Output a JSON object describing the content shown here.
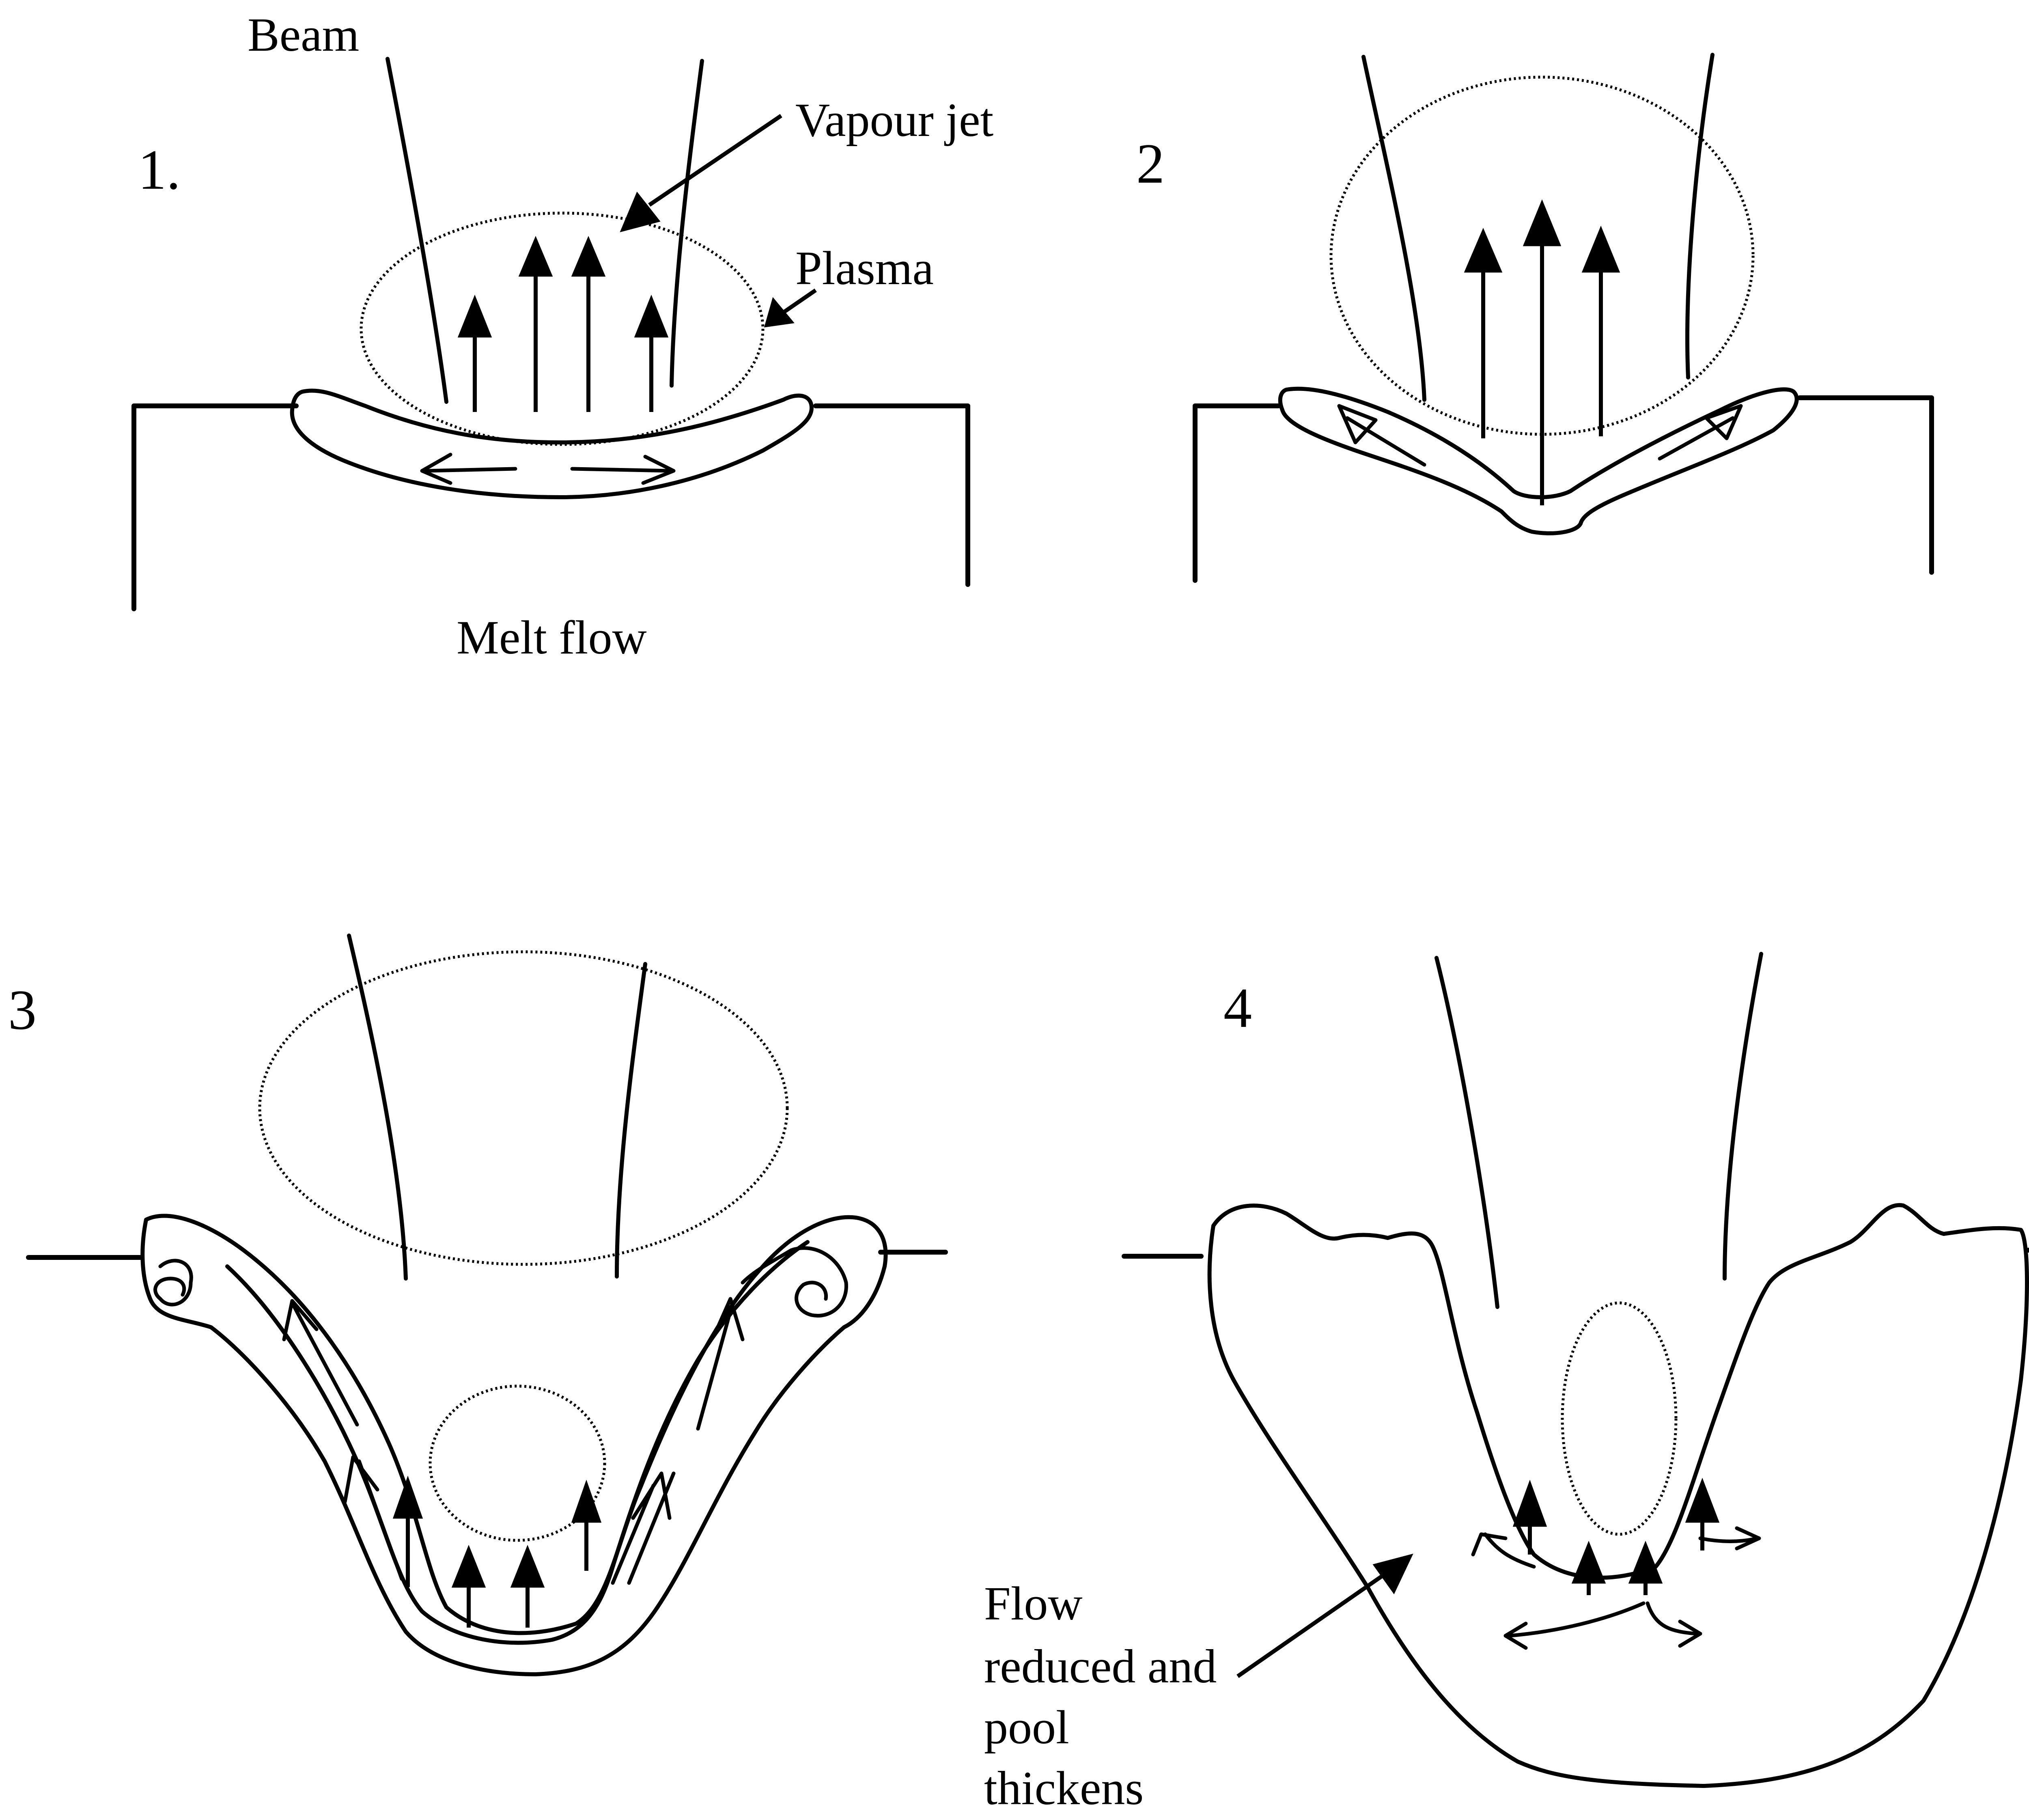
{
  "panels": [
    {
      "number": "1."
    },
    {
      "number": "2"
    },
    {
      "number": "3"
    },
    {
      "number": "4"
    }
  ],
  "labels": {
    "beam": "Beam",
    "vapour_jet": "Vapour jet",
    "plasma": "Plasma",
    "melt_flow": "Melt flow",
    "flow_reduced": [
      "Flow",
      "reduced and",
      "pool",
      "thickens"
    ]
  }
}
